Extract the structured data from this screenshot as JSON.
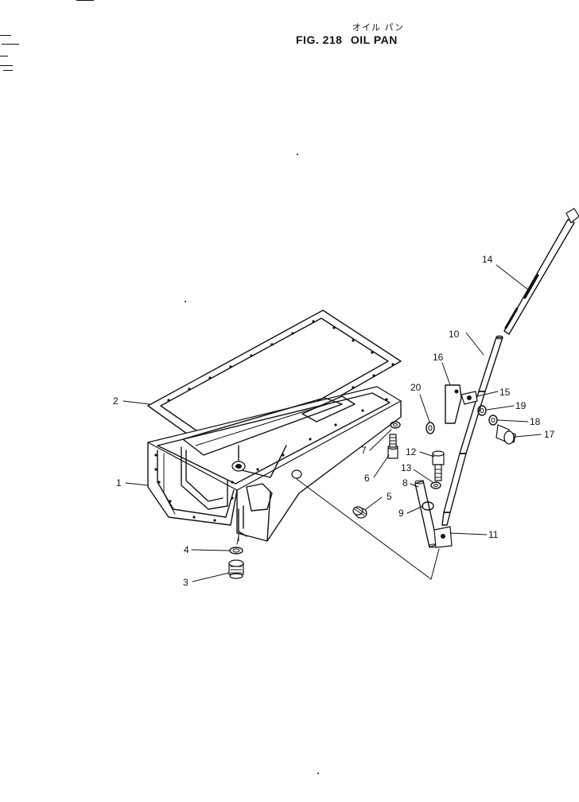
{
  "header": {
    "title_jp": "オイル パン",
    "fig_label": "FIG. 218",
    "title": "OIL  PAN"
  },
  "callouts": [
    "1",
    "2",
    "3",
    "4",
    "5",
    "6",
    "7",
    "8",
    "9",
    "10",
    "11",
    "12",
    "13",
    "14",
    "15",
    "16",
    "17",
    "18",
    "19",
    "20"
  ]
}
